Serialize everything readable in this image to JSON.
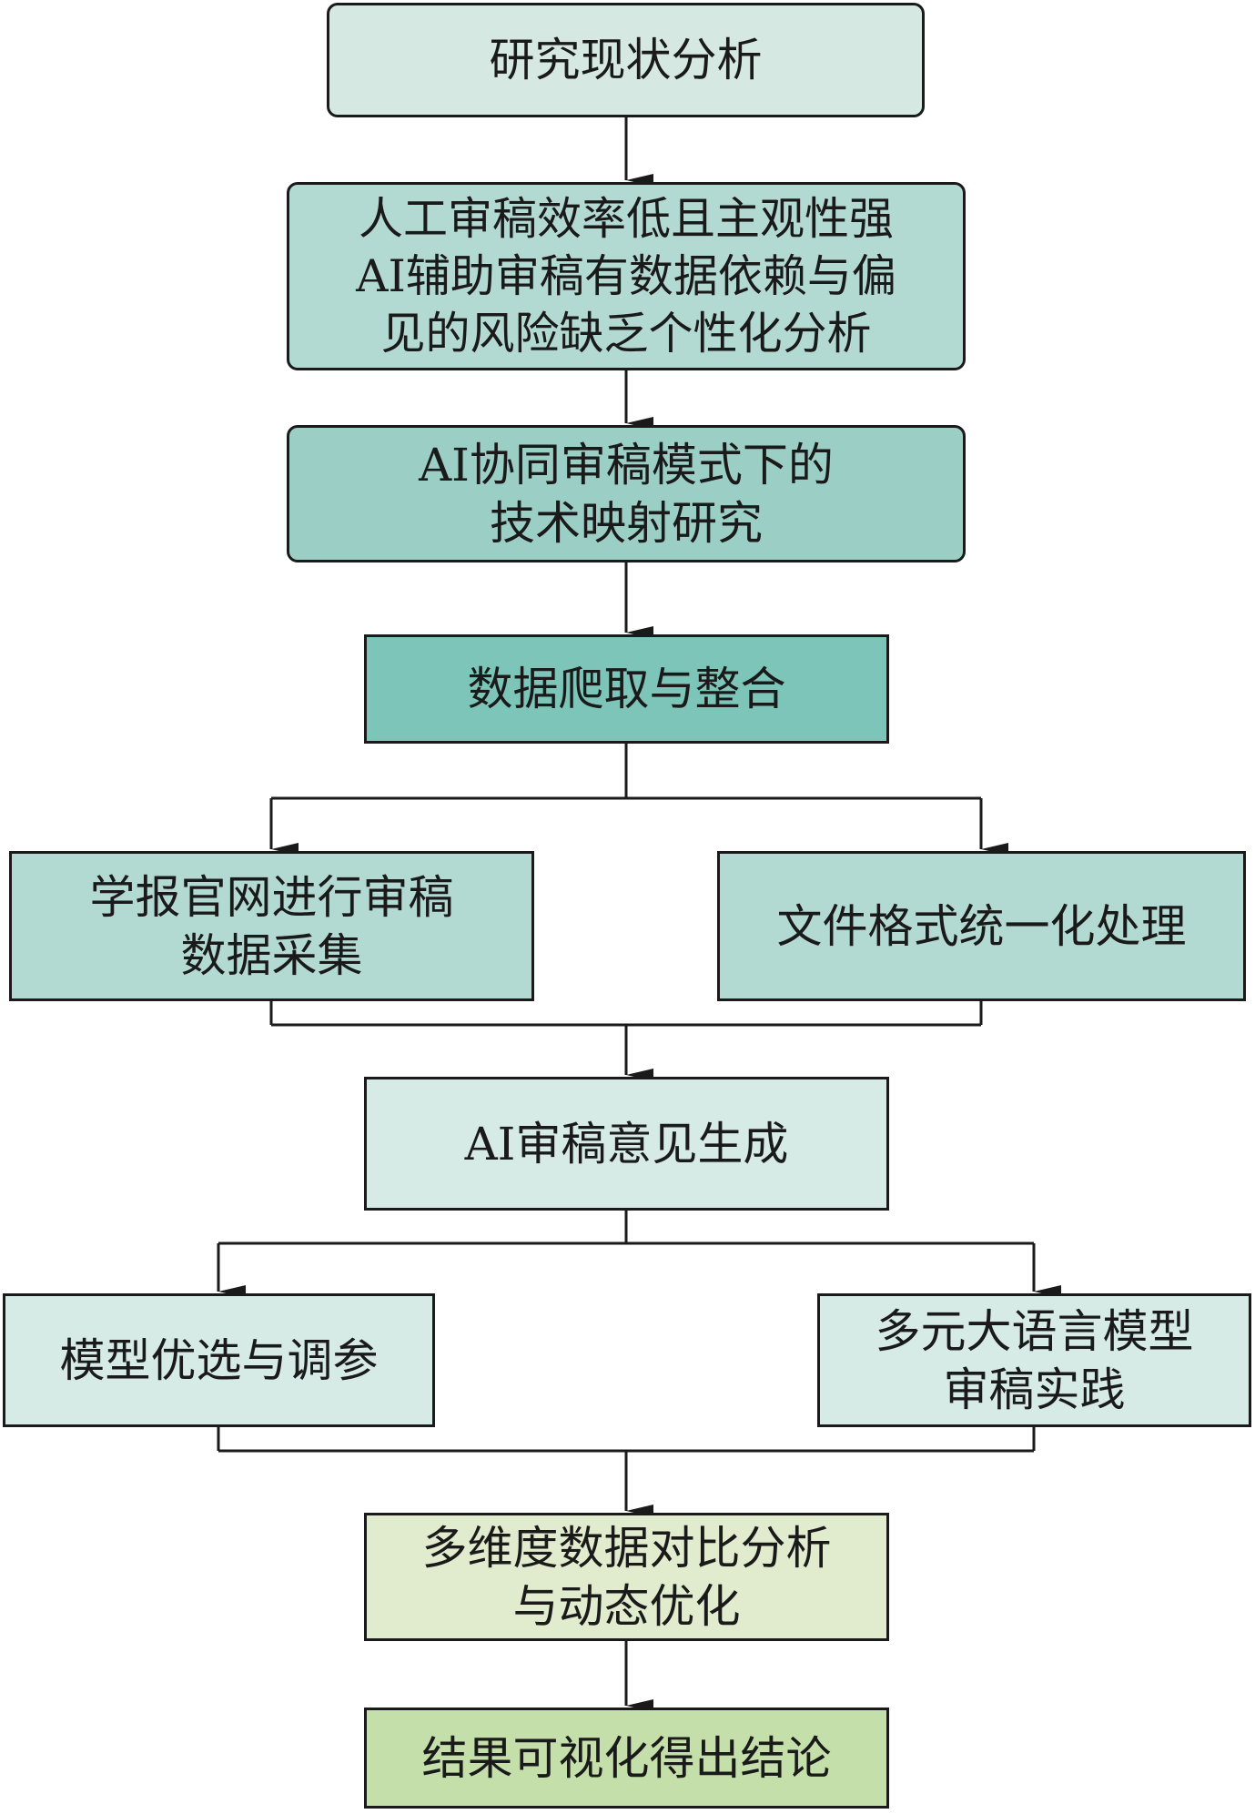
{
  "diagram": {
    "type": "flowchart",
    "nodes": {
      "n1": {
        "text": "研究现状分析",
        "fill": "#d5e9e2"
      },
      "n2": {
        "text": "人工审稿效率低且主观性强\nAI辅助审稿有数据依赖与偏\n见的风险缺乏个性化分析",
        "fill": "#b3dad2"
      },
      "n3": {
        "text": "AI协同审稿模式下的\n技术映射研究",
        "fill": "#9bcfc6"
      },
      "n4": {
        "text": "数据爬取与整合",
        "fill": "#7ec5b9"
      },
      "n5a": {
        "text": "学报官网进行审稿\n数据采集",
        "fill": "#b3dad2"
      },
      "n5b": {
        "text": "文件格式统一化处理",
        "fill": "#b3dad2"
      },
      "n6": {
        "text": "AI审稿意见生成",
        "fill": "#d6ebe5"
      },
      "n7a": {
        "text": "模型优选与调参",
        "fill": "#d6ebe5"
      },
      "n7b": {
        "text": "多元大语言模型\n审稿实践",
        "fill": "#d6ebe5"
      },
      "n8": {
        "text": "多维度数据对比分析\n与动态优化",
        "fill": "#e1ecce"
      },
      "n9": {
        "text": "结果可视化得出结论",
        "fill": "#c5dfab"
      }
    },
    "edges": [
      [
        "n1",
        "n2"
      ],
      [
        "n2",
        "n3"
      ],
      [
        "n3",
        "n4"
      ],
      [
        "n4",
        "n5a"
      ],
      [
        "n4",
        "n5b"
      ],
      [
        "n5a",
        "n6"
      ],
      [
        "n5b",
        "n6"
      ],
      [
        "n6",
        "n7a"
      ],
      [
        "n6",
        "n7b"
      ],
      [
        "n7a",
        "n8"
      ],
      [
        "n7b",
        "n8"
      ],
      [
        "n8",
        "n9"
      ]
    ]
  }
}
